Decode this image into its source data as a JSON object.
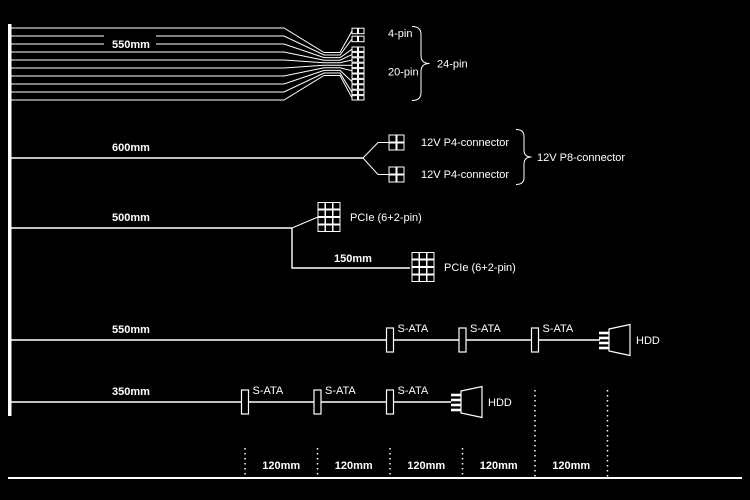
{
  "colors": {
    "background": "#000000",
    "foreground": "#ffffff"
  },
  "diagram": {
    "cables": [
      {
        "length": "550mm",
        "four_pin": "4-pin",
        "twenty_pin": "20-pin",
        "total": "24-pin"
      },
      {
        "length": "600mm",
        "p4_top": "12V P4-connector",
        "p4_bottom": "12V P4-connector",
        "p8": "12V P8-connector"
      },
      {
        "length": "500mm",
        "pcie_top": "PCIe (6+2-pin)",
        "branch_length": "150mm",
        "pcie_bottom": "PCIe (6+2-pin)"
      },
      {
        "length": "550mm",
        "sata1": "S-ATA",
        "sata2": "S-ATA",
        "sata3": "S-ATA",
        "hdd": "HDD"
      },
      {
        "length": "350mm",
        "sata1": "S-ATA",
        "sata2": "S-ATA",
        "sata3": "S-ATA",
        "hdd": "HDD"
      }
    ],
    "ruler": {
      "segments": [
        "120mm",
        "120mm",
        "120mm",
        "120mm",
        "120mm"
      ]
    }
  }
}
